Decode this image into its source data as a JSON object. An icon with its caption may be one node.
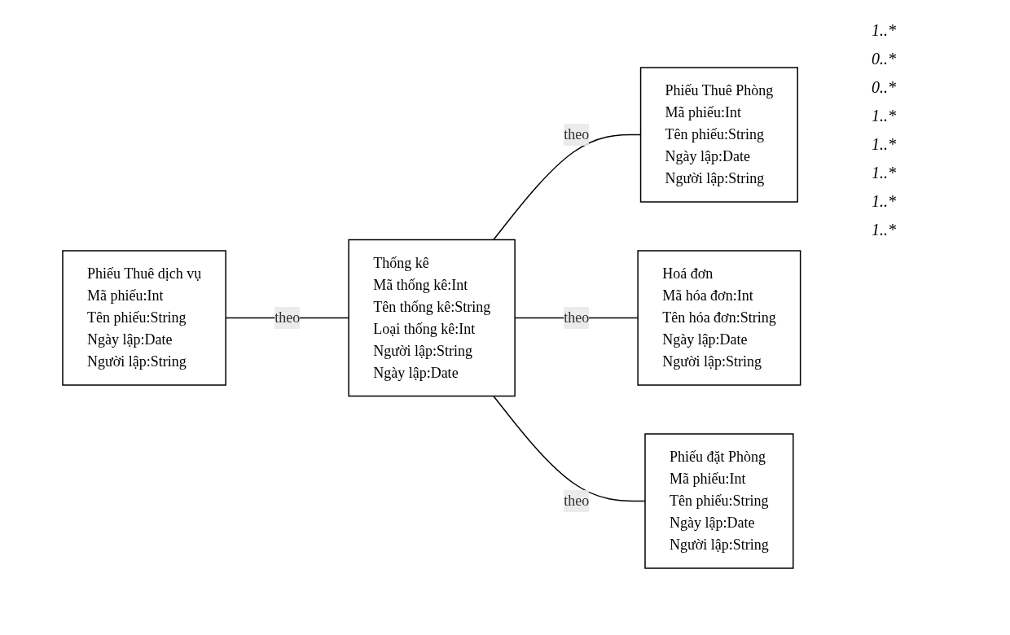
{
  "diagram": {
    "nodes": [
      {
        "text": [
          "Phiếu Thuê dịch vụ",
          "Mã phiếu:Int",
          "Tên phiếu:String",
          "Ngày lập:Date",
          "Người lập:String"
        ]
      },
      {
        "text": [
          "Thống kê",
          "Mã thống kê:Int",
          "Tên thống kê:String",
          "Loại thống kê:Int",
          "Người lập:String",
          "Ngày lập:Date"
        ]
      },
      {
        "text": [
          "Phiếu Thuê Phòng",
          "Mã phiếu:Int",
          "Tên phiếu:String",
          "Ngày lập:Date",
          "Người lập:String"
        ]
      },
      {
        "text": [
          "Hoá đơn",
          "Mã hóa đơn:Int",
          "Tên hóa đơn:String",
          "Ngày lập:Date",
          "Người lập:String"
        ]
      },
      {
        "text": [
          "Phiếu đặt Phòng",
          "Mã phiếu:Int",
          "Tên phiếu:String",
          "Ngày lập:Date",
          "Người lập:String"
        ]
      }
    ],
    "edges": [
      {
        "from": 0,
        "to": 1,
        "arrow": "none",
        "label": "theo"
      },
      {
        "from": 1,
        "to": 2,
        "arrow": "none",
        "label": "theo"
      },
      {
        "from": 1,
        "to": 3,
        "arrow": "none",
        "label": "theo"
      },
      {
        "from": 1,
        "to": 4,
        "arrow": "none",
        "label": "theo"
      }
    ],
    "labels": [
      "1..*",
      "0..*",
      "0..*",
      "1..*",
      "1..*",
      "1..*",
      "1..*",
      "1..*"
    ]
  }
}
